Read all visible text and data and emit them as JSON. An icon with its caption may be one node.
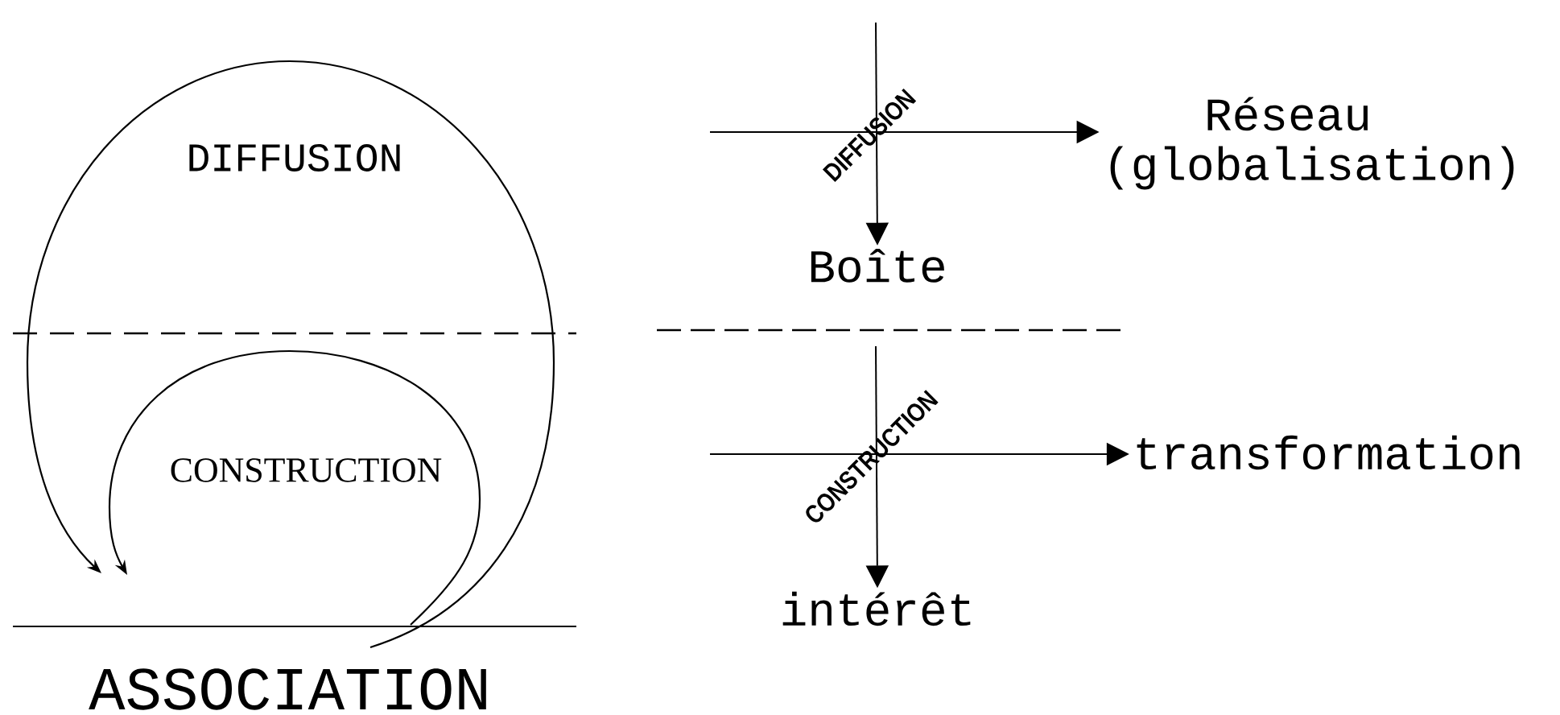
{
  "diagram": {
    "nodes": [
      {
        "text": [
          "Réseau (globalisation)"
        ]
      },
      {
        "text": [
          "Boîte"
        ]
      },
      {
        "text": [
          "transformation"
        ]
      },
      {
        "text": [
          "intérêt"
        ]
      }
    ],
    "edges": [
      {
        "from": null,
        "to": 0,
        "arrow": "to"
      },
      {
        "from": null,
        "to": 1,
        "arrow": "to"
      },
      {
        "from": null,
        "to": 2,
        "arrow": "to"
      },
      {
        "from": null,
        "to": 3,
        "arrow": "to"
      }
    ],
    "labels": [
      "DIFFUSION",
      "DIFFUSION",
      "CONSTRUCTION",
      "CONSTRUCTION",
      "ASSOCIATION"
    ]
  }
}
